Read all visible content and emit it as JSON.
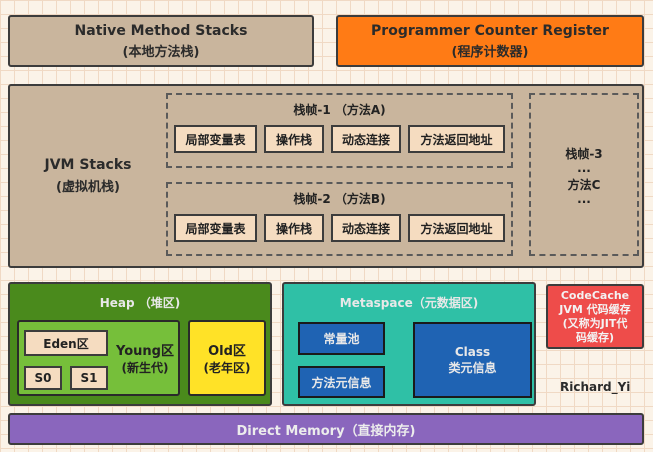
{
  "native_stacks": {
    "title": "Native Method Stacks",
    "subtitle": "(本地方法栈)"
  },
  "pc_register": {
    "title": "Programmer Counter Register",
    "subtitle": "(程序计数器)"
  },
  "jvm_stacks": {
    "title": "JVM Stacks",
    "subtitle": "(虚拟机栈)",
    "frame1": {
      "title": "栈帧-1  （方法A)",
      "cells": [
        "局部变量表",
        "操作栈",
        "动态连接",
        "方法返回地址"
      ]
    },
    "frame2": {
      "title": "栈帧-2  （方法B)",
      "cells": [
        "局部变量表",
        "操作栈",
        "动态连接",
        "方法返回地址"
      ]
    },
    "frame3": {
      "title": "栈帧-3",
      "dots1": "...",
      "method": "方法C",
      "dots2": "..."
    }
  },
  "heap": {
    "title": "Heap  （堆区)",
    "young": {
      "eden": "Eden区",
      "s0": "S0",
      "s1": "S1",
      "label": "Young区",
      "sublabel": "(新生代)"
    },
    "old": {
      "label": "Old区",
      "sublabel": "(老年区)"
    }
  },
  "metaspace": {
    "title": "Metaspace（元数据区)",
    "constant_pool": "常量池",
    "method_info": "方法元信息",
    "class_title": "Class",
    "class_subtitle": "类元信息"
  },
  "codecache": {
    "line1": "CodeCache",
    "line2": "JVM 代码缓存",
    "line3": "(又称为JIT代",
    "line4": "码缓存)"
  },
  "author": "Richard_Yi",
  "direct_memory": "Direct Memory（直接内存)",
  "colors": {
    "brown": "#c9b59d",
    "orange": "#ff7b15",
    "heap_green": "#4a8a1c",
    "young_green": "#76bf3a",
    "old_yellow": "#ffe227",
    "metaspace_teal": "#2fc0a6",
    "blue": "#1f63b3",
    "codecache_red": "#ee4c4a",
    "direct_purple": "#8a66bd"
  }
}
